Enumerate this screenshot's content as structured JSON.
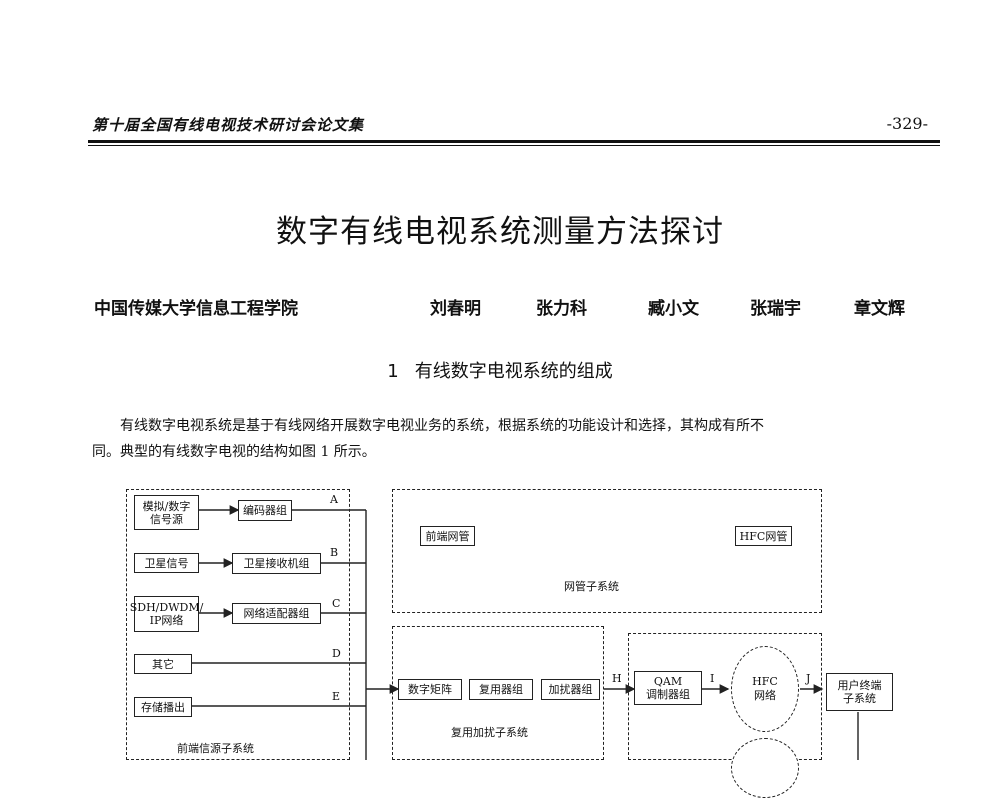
{
  "header": {
    "journal": "第十届全国有线电视技术研讨会论文集",
    "page_number": "-329-"
  },
  "title": "数字有线电视系统测量方法探讨",
  "authors": {
    "affiliation": "中国传媒大学信息工程学院",
    "names": [
      "刘春明",
      "张力科",
      "臧小文",
      "张瑞宇",
      "章文辉"
    ]
  },
  "section": {
    "number": "1",
    "title": "有线数字电视系统的组成"
  },
  "paragraph": {
    "line1": "有线数字电视系统是基于有线网络开展数字电视业务的系统，根据系统的功能设计和选择，其构成有所不",
    "line2": "同。典型的有线数字电视的结构如图 1 所示。"
  },
  "figure": {
    "sources": {
      "analog_digital": "模拟/数字\n信号源",
      "satellite": "卫星信号",
      "sdh": "SDH/DWDM/\nIP网络",
      "other": "其它",
      "storage": "存储播出"
    },
    "processors": {
      "encoder": "编码器组",
      "sat_receiver": "卫星接收机组",
      "net_adapter": "网络适配器组"
    },
    "line_labels": [
      "A",
      "B",
      "C",
      "D",
      "E",
      "H",
      "I",
      "J"
    ],
    "frontend_subsystem": "前端信源子系统",
    "netmgmt": {
      "headend": "前端网管",
      "hfc": "HFC网管",
      "subsystem": "网管子系统"
    },
    "mux": {
      "matrix": "数字矩阵",
      "multiplexer": "复用器组",
      "scrambler": "加扰器组",
      "subsystem": "复用加扰子系统"
    },
    "qam": "QAM\n调制器组",
    "hfc_network": "HFC\n网络",
    "user_terminal": "用户终端\n子系统"
  }
}
